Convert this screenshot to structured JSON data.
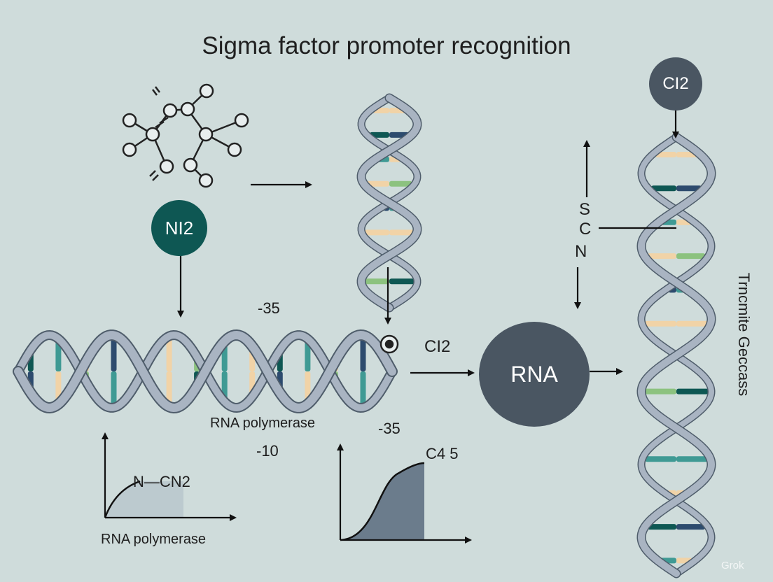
{
  "title": "Sigma factor promoter recognition",
  "nodes": {
    "n12": "NI2",
    "ci2_top": "CI2",
    "rna": "RNA"
  },
  "labels": {
    "minus35_top": "-35",
    "minus35_lower": "-35",
    "minus10": "-10",
    "ci2_mid": "CI2",
    "rna_polymerase_center": "RNA polymerase",
    "rna_polymerase_bottom": "RNA polymerase",
    "s": "S",
    "c": "C",
    "n": "N",
    "n_c_n2": "N—CN2",
    "c4_5": "C4 5",
    "vertical": "Trncmite Geccass"
  },
  "watermark": "Grok",
  "colors": {
    "background": "#cfdcdb",
    "strand": "#a9b4c2",
    "strand_dark": "#4f5d6b",
    "teal": "#0e5753",
    "beige": "#f1d3a7",
    "mid_teal": "#3f9a94",
    "navy": "#2d4b6e",
    "green": "#8cc27f",
    "rna_circle": "#4a5662",
    "curve_fill": "#6b7c8c"
  }
}
